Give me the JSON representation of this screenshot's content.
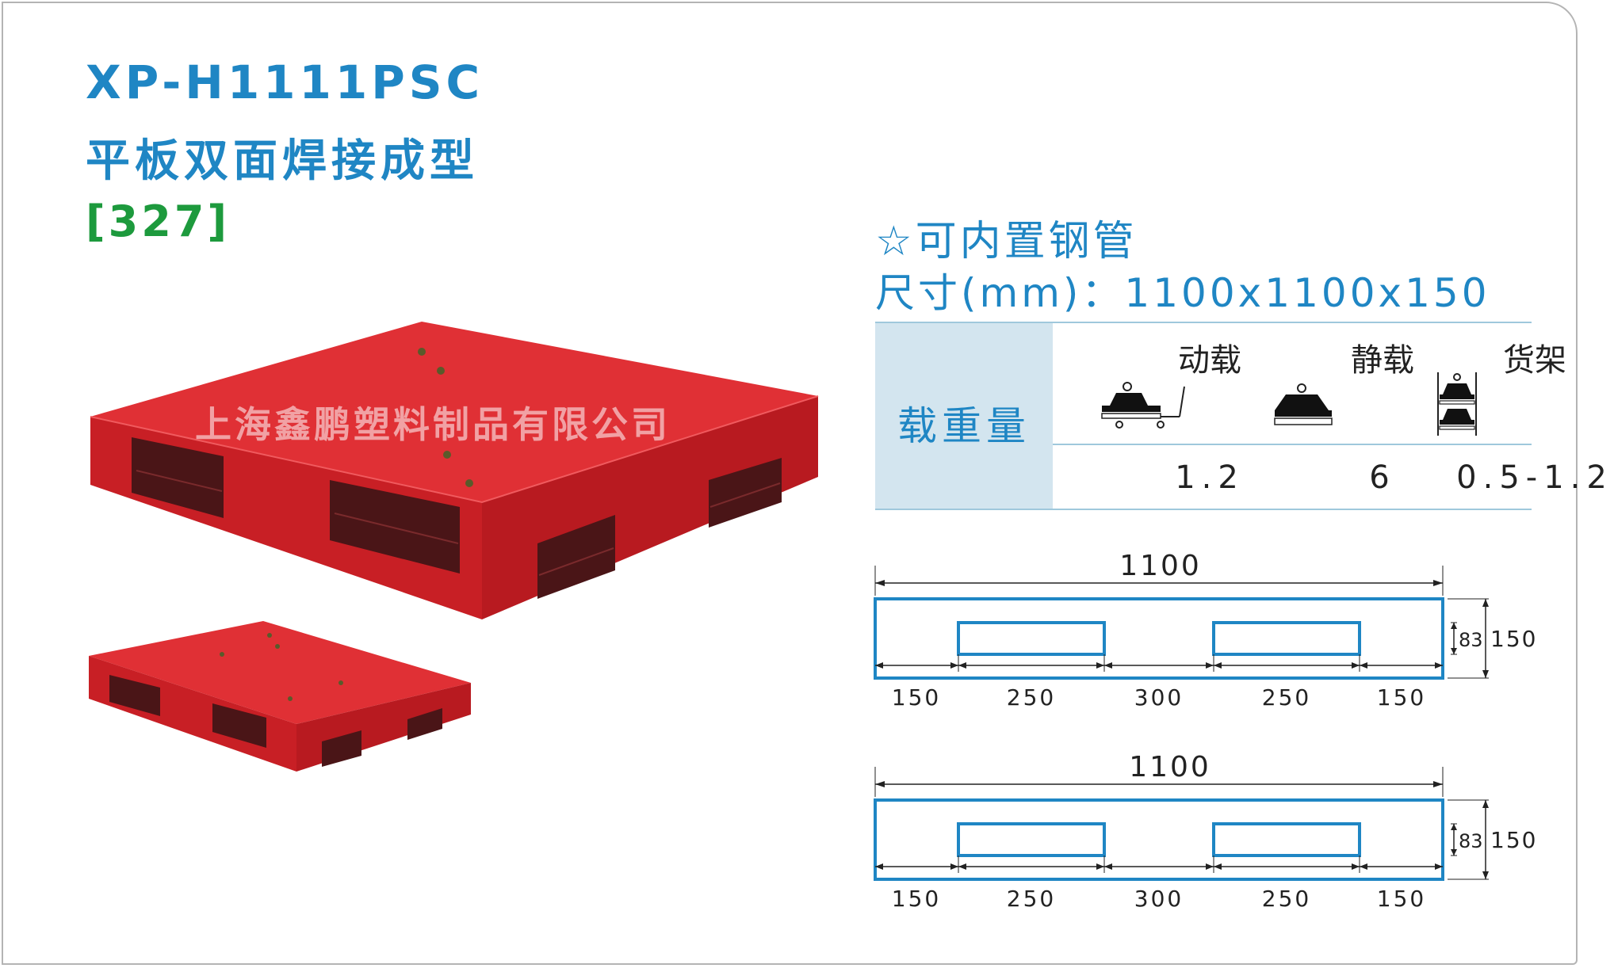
{
  "header": {
    "model": "XP-H1111PSC",
    "subtitle": "平板双面焊接成型",
    "code": "[327]"
  },
  "specs": {
    "feature": "☆可内置钢管",
    "size": "尺寸(mm)：1100x1100x150"
  },
  "load_table": {
    "row_label": "载重量",
    "columns": [
      {
        "header": "动载",
        "value": "1.2",
        "icon": "dynamic-load-icon"
      },
      {
        "header": "静载",
        "value": "6",
        "icon": "static-load-icon"
      },
      {
        "header": "货架",
        "value": "0.5-1.2",
        "icon": "racking-load-icon"
      }
    ]
  },
  "watermark": "上海鑫鹏塑料制品有限公司",
  "drawings": [
    {
      "total": "1100",
      "segments": [
        "150",
        "250",
        "300",
        "250",
        "150"
      ],
      "opening_height": "83",
      "height": "150"
    },
    {
      "total": "1100",
      "segments": [
        "150",
        "250",
        "300",
        "250",
        "150"
      ],
      "opening_height": "83",
      "height": "150"
    }
  ],
  "colors": {
    "title_blue": "#1f86c4",
    "code_green": "#1d9a3d",
    "pallet_red": "#d8262b",
    "table_bg": "#d3e5ef"
  }
}
